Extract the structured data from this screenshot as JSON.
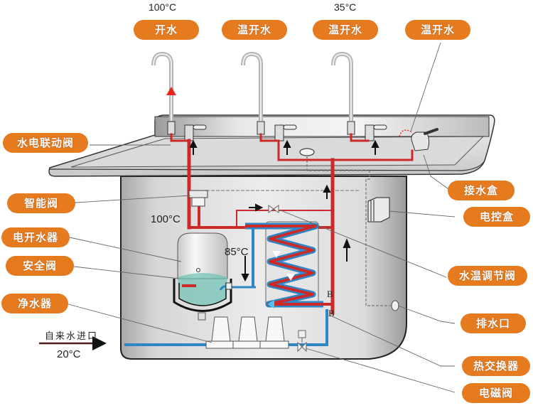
{
  "title": "开水器工作原理示意图",
  "top_labels": {
    "boiling": {
      "temp": "100°C",
      "label": "开水"
    },
    "warm1": {
      "label": "温开水"
    },
    "warm2": {
      "temp": "35°C",
      "label": "温开水"
    },
    "warm3": {
      "label": "温开水"
    }
  },
  "left_labels": [
    "水电联动阀",
    "智能阀",
    "电开水器",
    "安全阀",
    "净水器"
  ],
  "right_labels": [
    "接水盒",
    "电控盒",
    "水温调节阀",
    "排水口",
    "热交换器",
    "电磁阀"
  ],
  "inline_text": {
    "boiler_out_temp": "100°C",
    "return_temp": "85°C",
    "inlet_label": "自来水进口",
    "inlet_temp": "20°C",
    "hx_marker_1": "B",
    "hx_marker_2": "B"
  },
  "colors": {
    "label_bg": "#e57a1f",
    "hot_pipe": "#cc2a28",
    "cold_pipe": "#2f86c4",
    "cabinet": "#d9d9d9"
  }
}
